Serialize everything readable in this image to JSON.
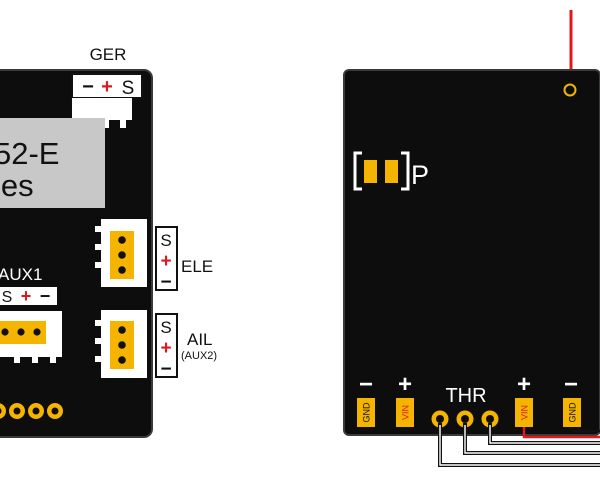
{
  "colors": {
    "board": "#0d0d0d",
    "board_edge": "#3a3a3a",
    "pad": "#f5b400",
    "red": "#e3161b",
    "white": "#ffffff",
    "label_gray": "#c8c8c8",
    "wire_black": "#111111",
    "wire_white": "#ffffff"
  },
  "left_board": {
    "ger_label": "GER",
    "ger_pins": {
      "minus": "−",
      "plus": "+",
      "signal": "S"
    },
    "model_line1": "52-E",
    "model_line2": "ies",
    "ele_label": "ELE",
    "ele_pins": {
      "signal": "S",
      "plus": "+",
      "minus": "−"
    },
    "ail_label": "AIL",
    "ail_sublabel": "(AUX2)",
    "ail_pins": {
      "signal": "S",
      "plus": "+",
      "minus": "−"
    },
    "aux1_label": "AUX1",
    "aux1_pins": {
      "signal": "S",
      "plus": "+",
      "minus": "−"
    }
  },
  "right_board": {
    "bind_label": "P",
    "thr_label": "THR",
    "left_polarity": {
      "minus": "−",
      "plus": "+"
    },
    "right_polarity": {
      "plus": "+",
      "minus": "−"
    },
    "pad_gnd_left": "GND",
    "pad_vin_left": "VIN",
    "pad_vin_right": "VIN",
    "pad_gnd_right": "GND"
  }
}
